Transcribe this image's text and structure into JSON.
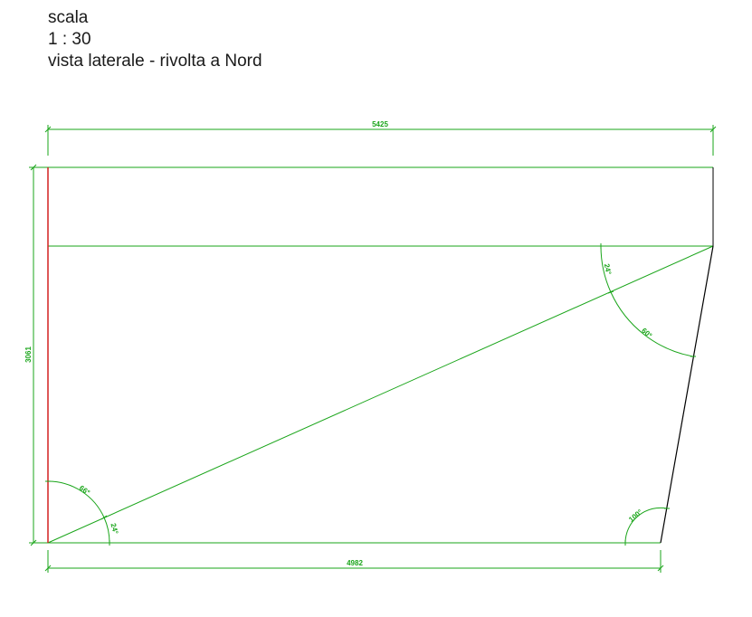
{
  "header": {
    "line1": "scala",
    "line2": "1 : 30",
    "line3": "vista laterale - rivolta a Nord"
  },
  "dimensions": {
    "top_width": "5425",
    "bottom_width": "4982",
    "height": "3061"
  },
  "angles": {
    "bottom_left_upper": "66°",
    "bottom_left_lower": "24°",
    "top_right_upper": "24°",
    "top_right_lower": "60°",
    "bottom_right": "100°"
  },
  "colors": {
    "dimension_green": "#1aa51a",
    "edge_black": "#000000",
    "edge_red": "#d42020"
  }
}
